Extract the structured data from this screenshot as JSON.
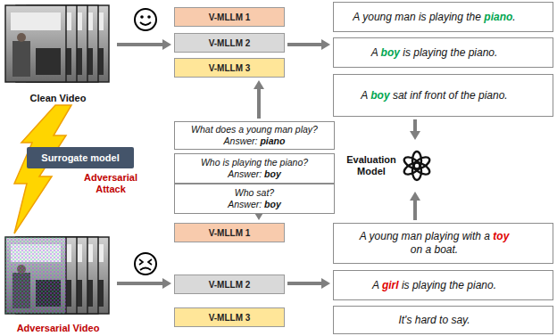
{
  "diagram": {
    "nodes": [
      {
        "text": [
          "Clean Video"
        ]
      },
      {
        "text": [
          "V-MLLM 1"
        ]
      },
      {
        "text": [
          "V-MLLM 2"
        ]
      },
      {
        "text": [
          "V-MLLM 3"
        ]
      },
      {
        "text": [
          "A young man is playing the piano."
        ]
      },
      {
        "text": [
          "A boy is playing the piano."
        ]
      },
      {
        "text": [
          "A boy sat inf front of the piano."
        ]
      },
      {
        "text": [
          "Surrogate model"
        ]
      },
      {
        "text": [
          "What does a young man play?",
          "Answer: piano"
        ]
      },
      {
        "text": [
          "Who is playing the piano?",
          "Answer: boy"
        ]
      },
      {
        "text": [
          "Who sat?",
          "Answer: boy"
        ]
      },
      {
        "text": [
          "Evaluation Model"
        ]
      },
      {
        "text": [
          "Adversarial Video"
        ]
      },
      {
        "text": [
          "V-MLLM 1"
        ]
      },
      {
        "text": [
          "V-MLLM 2"
        ]
      },
      {
        "text": [
          "V-MLLM 3"
        ]
      },
      {
        "text": [
          "A young man playing with a toy on a boat."
        ]
      },
      {
        "text": [
          "A girl is playing the piano."
        ]
      },
      {
        "text": [
          "It's hard to say."
        ]
      }
    ],
    "edges": [
      {
        "from": 0,
        "to": 2,
        "arrow": "to"
      },
      {
        "from": 2,
        "to": 5,
        "arrow": "to"
      },
      {
        "from": 8,
        "to": 3,
        "arrow": "to"
      },
      {
        "from": 10,
        "to": 13,
        "arrow": "to"
      },
      {
        "from": 6,
        "to": 11,
        "arrow": "to"
      },
      {
        "from": 16,
        "to": 11,
        "arrow": "to"
      },
      {
        "from": 12,
        "to": 14,
        "arrow": "to"
      },
      {
        "from": 14,
        "to": 17,
        "arrow": "to"
      }
    ],
    "labels": [
      "Adversarial Attack"
    ]
  }
}
